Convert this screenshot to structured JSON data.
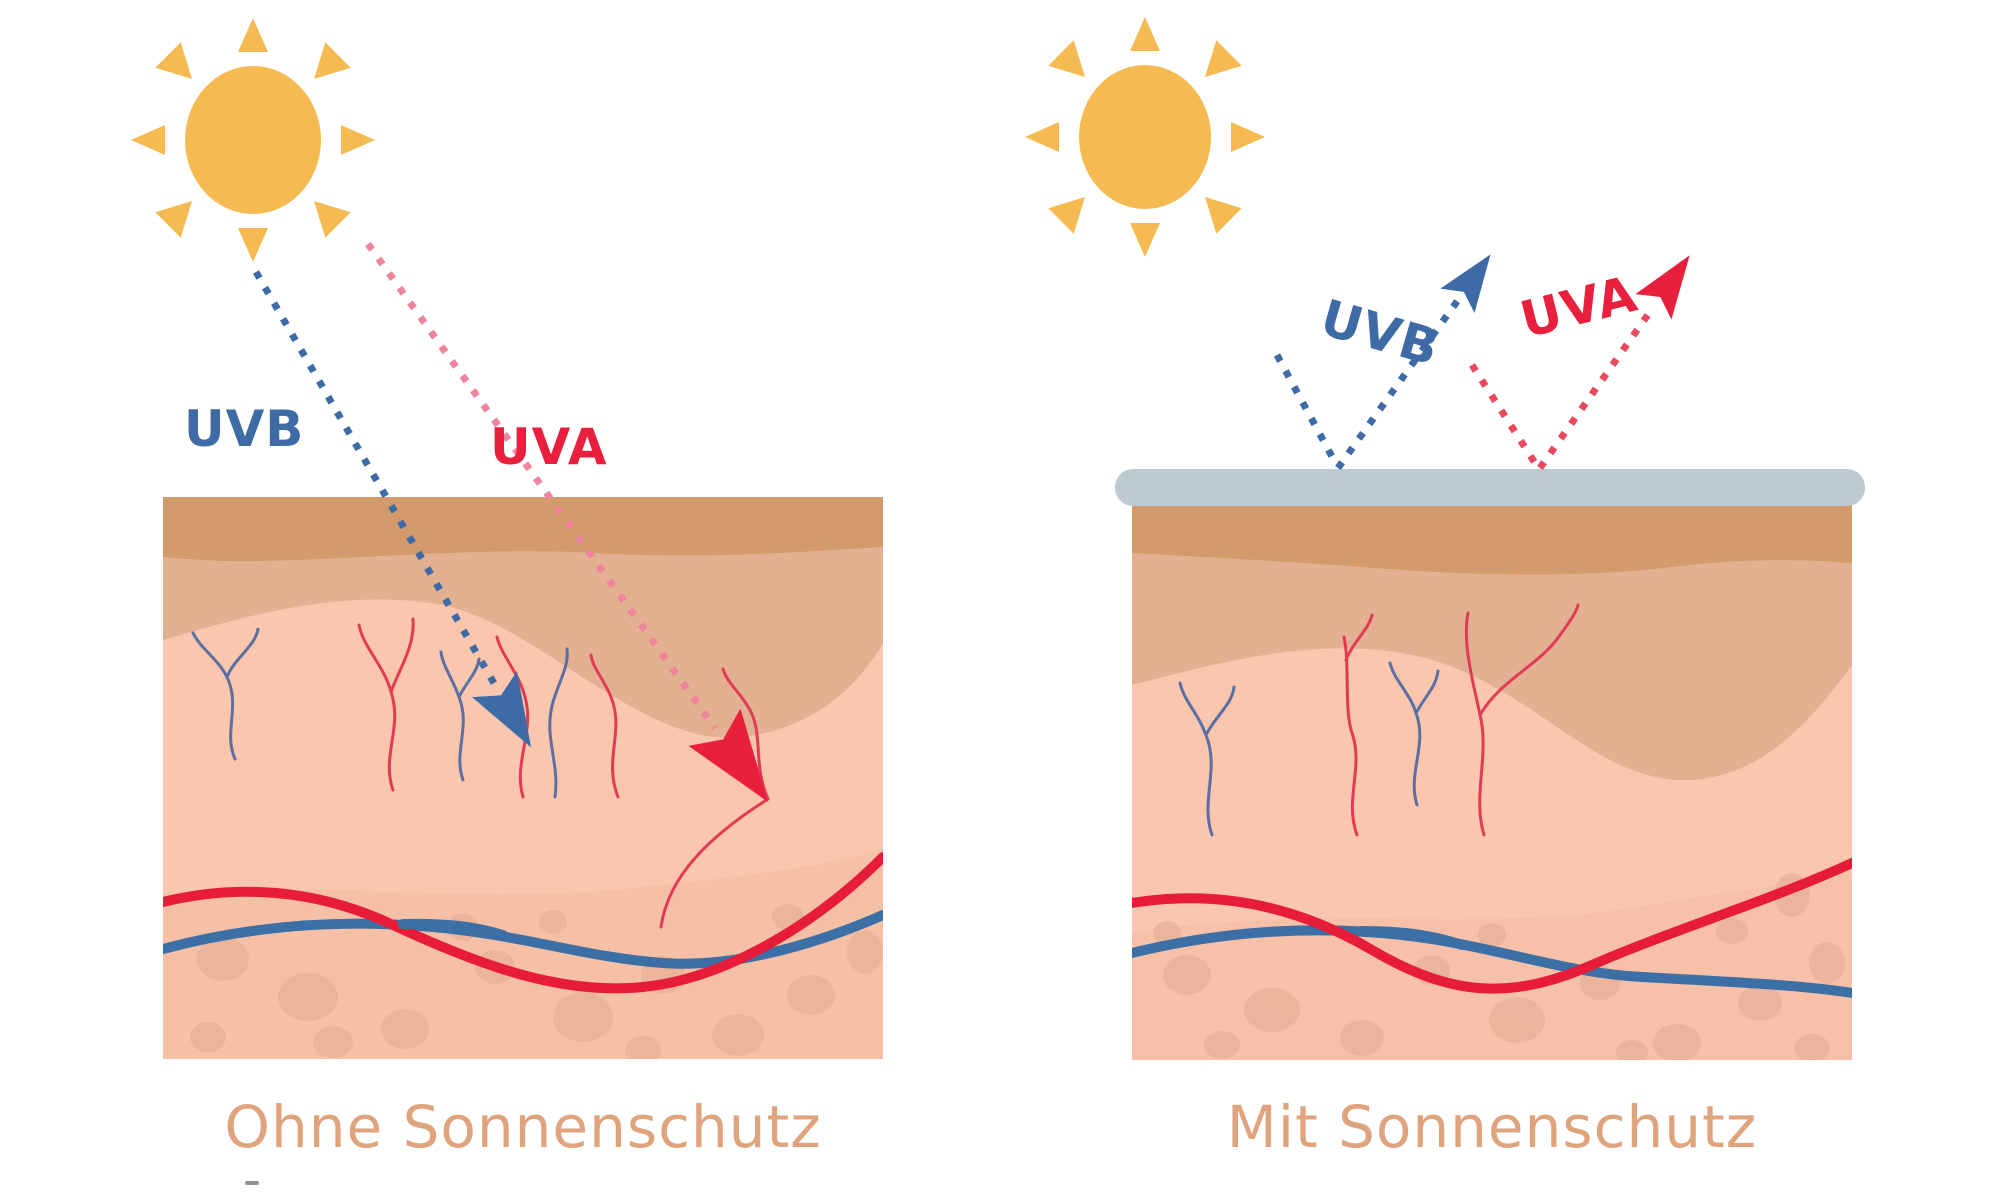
{
  "panels": {
    "left": {
      "uvb_label": "UVB",
      "uva_label": "UVA",
      "caption": "Ohne Sonnenschutz"
    },
    "right": {
      "uvb_label": "UVB",
      "uva_label": "UVA",
      "caption": "Mit Sonnenschutz"
    }
  },
  "icons": {
    "sun": "sun-icon",
    "uvb_arrow": "uvb-dotted-arrow",
    "uva_arrow": "uva-dotted-arrow",
    "sunscreen": "sunscreen-layer-bar"
  },
  "colors": {
    "sun": "#F5BA52",
    "uvb_blue": "#3E6BA5",
    "uva_red": "#E8203E",
    "uva_dots_left": "#F0849C",
    "uva_dots_right": "#E9495F",
    "artery": "#E71C38",
    "vein": "#3C6FA6",
    "capillary_red": "#E23C55",
    "capillary_blue": "#5B6FA0",
    "epidermis": "#D39A6B",
    "mid_layer": "#E3B191",
    "dermis": "#FAC6AE",
    "subcutis": "#F3BCA3",
    "fat_blob": "#E9B299",
    "sunscreen": "#BECAD1",
    "caption_text": "#DFA47D"
  }
}
